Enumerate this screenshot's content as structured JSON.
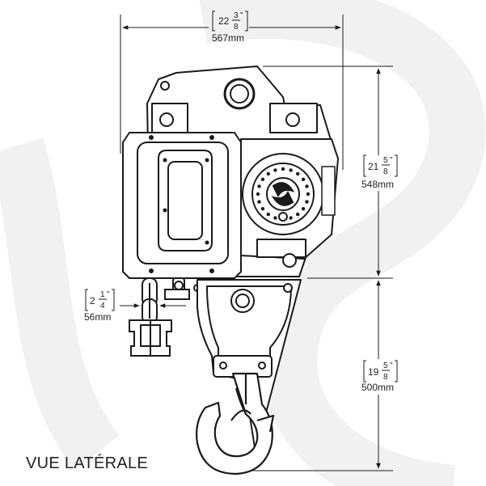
{
  "caption": "VUE LATÉRALE",
  "dimensions": {
    "overall_width": {
      "whole": "22",
      "num": "3",
      "den": "8",
      "metric": "567mm"
    },
    "body_height": {
      "whole": "21",
      "num": "5",
      "den": "8",
      "metric": "548mm"
    },
    "hook_height": {
      "whole": "19",
      "num": "5",
      "den": "8",
      "metric": "500mm"
    },
    "chain_width": {
      "whole": "2",
      "num": "1",
      "den": "4",
      "metric": "56mm"
    }
  },
  "colors": {
    "line": "#1a1a1a",
    "body_fill": "#ffffff",
    "watermark": "#f1f1f1"
  }
}
